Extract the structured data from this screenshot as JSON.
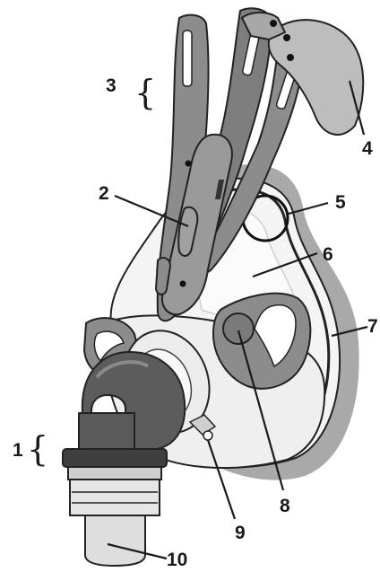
{
  "callouts": [
    {
      "id": "1",
      "label": "1"
    },
    {
      "id": "2",
      "label": "2"
    },
    {
      "id": "3",
      "label": "3"
    },
    {
      "id": "4",
      "label": "4"
    },
    {
      "id": "5",
      "label": "5"
    },
    {
      "id": "6",
      "label": "6"
    },
    {
      "id": "7",
      "label": "7"
    },
    {
      "id": "8",
      "label": "8"
    },
    {
      "id": "9",
      "label": "9"
    },
    {
      "id": "10",
      "label": "10"
    }
  ],
  "colors": {
    "headgear": "#8c8c8c",
    "headgear_dark": "#4a4a4a",
    "forehead_pad": "#bdbdbd",
    "cushion_shadow": "#aaaaaa",
    "shell": "#f2f2f2",
    "elbow": "#5c5c5c",
    "swivel": "#d8d8d8"
  }
}
